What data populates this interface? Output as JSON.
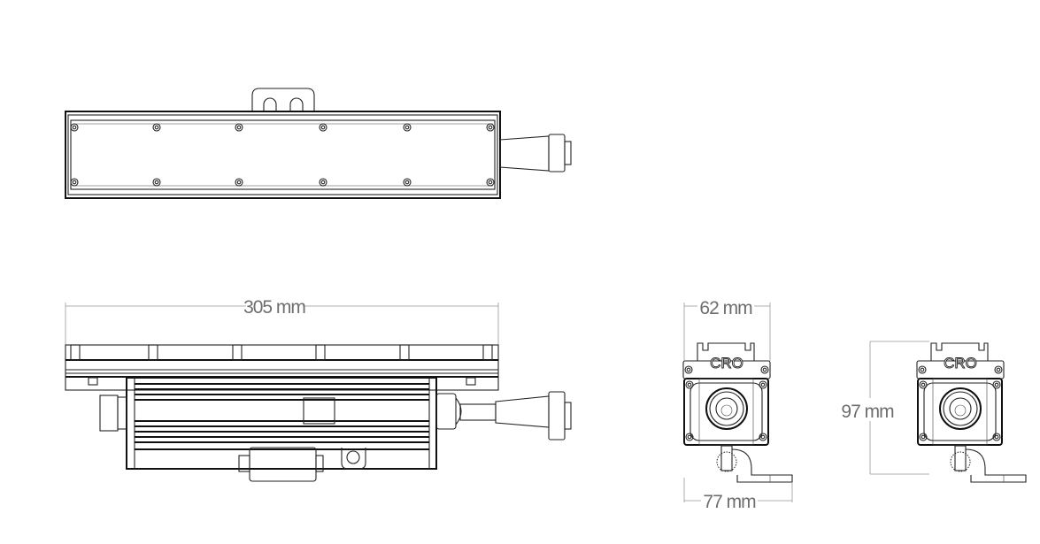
{
  "drawing": {
    "views": [
      "top-view",
      "side-view",
      "front-view",
      "front-view-height"
    ],
    "dimensions": {
      "length": "305 mm",
      "width": "62 mm",
      "depth": "77 mm",
      "height": "97 mm"
    },
    "logo_text": "CRO",
    "line_color": "#222222",
    "dimension_color": "#6e6e6e"
  }
}
